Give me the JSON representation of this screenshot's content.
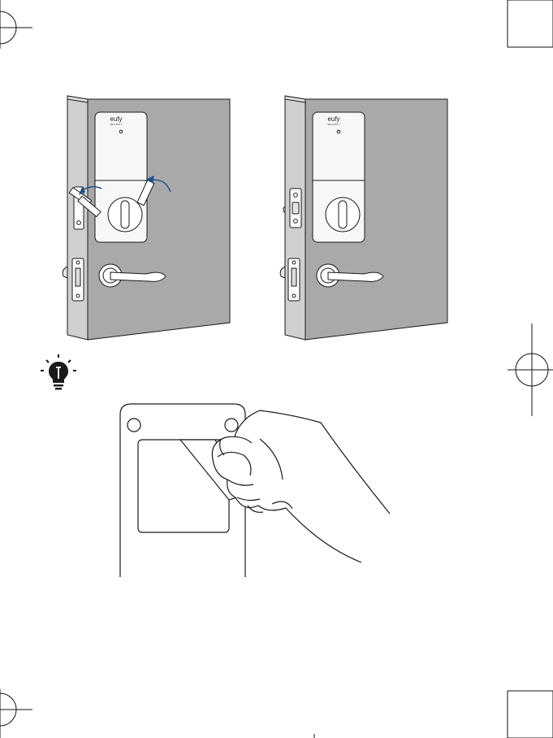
{
  "product": {
    "brand_logo_text": "eufy",
    "brand_sub_text": "SECURITY"
  },
  "figures": {
    "lock_install_before": {
      "icon": "door-lock-with-latch-illustration",
      "arrows_color": "#1f4f8f"
    },
    "lock_install_after": {
      "icon": "door-lock-installed-illustration"
    },
    "tip": {
      "icon": "lightbulb-tip-icon"
    },
    "adhesive_peel": {
      "icon": "hand-peeling-adhesive-illustration"
    }
  },
  "colors": {
    "wall": "#a9a9a9",
    "door_edge": "#cfcfcf",
    "lock_face": "#f7f7f7",
    "line": "#1a1a1a"
  }
}
